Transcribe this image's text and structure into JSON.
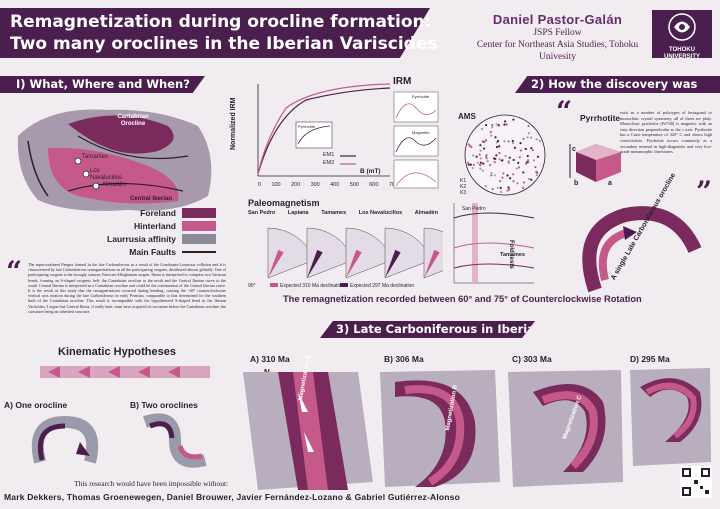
{
  "title": {
    "line1": "Remagnetization during orocline formation:",
    "line2": "Two many oroclines in the Iberian Variscides"
  },
  "author": {
    "name": "Daniel Pastor-Galán",
    "role": "JSPS Fellow",
    "affiliation": "Center for Northeast Asia Studies, Tohoku Univesity"
  },
  "logo": {
    "line1": "TOHOKU",
    "line2": "UNIVERSITY"
  },
  "sections": {
    "s1": "I) What, Where and When?",
    "s2": "2) How the discovery was",
    "s3": "3) Late Carboniferous in Iberia"
  },
  "map_labels": [
    "Cantabrian Orocline",
    "Tamames",
    "Los Navalucillos",
    "Almadén",
    "Central Iberian"
  ],
  "legend": [
    {
      "label": "Foreland",
      "color": "#7b2a5e"
    },
    {
      "label": "Hinterland",
      "color": "#c55a8a"
    },
    {
      "label": "Laurrusia affinity",
      "color": "#8a8a9a"
    },
    {
      "label": "Main Faults",
      "color": "#2a1e2c"
    }
  ],
  "intro_paragraph": "The supercontinent Pangea formed in the late Carboniferous as a result of the Gondwana-Laurussia collision and it is characterized by late Carboniferous remagnetizations in all the participating orogens, distributed almost globally. One of participating orogens is the strongly sinuous Variscan-Alleghanian orogen. Iberia is interpreted to comprise two Variscan bends, forming an S-shaped orogenic belt: the Cantabrian orocline to the north and the Central Iberian curve to the south. Central Iberian is interpreted as a Cantabrian orocline and could be the continuation of the Central Iberian curve. It is the result of this study that the remagnetization occurred during bending, causing the ~60° counterclockwise vertical axis rotation during the late Carboniferous in early Permian, comparable to that determined for the southern limb of the Cantabrian orocline. This result is incompatible with the hypothesized S-shaped bend in the Iberian Variscides. I argue that Central Iberia, if really bent, must have acquired its curvature before the Cantabrian orocline, the curvature being an inherited structure.",
  "kinematic": {
    "title": "Kinematic Hypotheses",
    "a": "A) One orocline",
    "b": "B) Two oroclines"
  },
  "acknowledgement": "This research would have been impossible without:",
  "collaborators": "Mark Dekkers, Thomas Groenewegen, Daniel Brouwer, Javier Fernández-Lozano & Gabriel Gutiérrez-Alonso",
  "irm_chart": {
    "ylabel": "Normalized IRM",
    "xlabel": "B (mT)",
    "x_ticks": [
      "0",
      "100",
      "200",
      "300",
      "400",
      "500",
      "600",
      "700"
    ],
    "series": [
      {
        "name": "EM1"
      },
      {
        "name": "EM2"
      }
    ],
    "inset_label": "Pyrrhotite",
    "side_title": "IRM",
    "side_labels": [
      "Pyrrhotite",
      "Magnetite"
    ]
  },
  "ams": {
    "title": "AMS",
    "legend": [
      "K1",
      "K2",
      "K3"
    ]
  },
  "pyrrhotite": {
    "title": "Pyrrhotite",
    "text": "exist as a number of polytypes of hexagonal or monoclinic crystal symmetry, all of them are platy. Monoclinic pyrrhotite (Fe7S8) is magnetic with an easy direction perpendicular to the c axis. Pyrrhotite has a Curie temperature of 320° C and shows high coercitivities. Pyrrhotite occurs commonly as a secondary mineral in high-diagenetic and very low-grade metamorphic limestones.",
    "axes": [
      "c",
      "a",
      "b"
    ]
  },
  "paleomag": {
    "title": "Paleomagnetism",
    "sites": [
      "San Pedro",
      "Lapiana",
      "Tamames",
      "Los Navalucillos",
      "Almadén"
    ],
    "legend1": "Expected 310 Ma declination",
    "legend2": "Expected 297 Ma declination",
    "tick": "90°"
  },
  "fold_test": {
    "label1": "Fold-tests",
    "label2": "Tamames",
    "label3": "San Pedro"
  },
  "remag_statement": "The remagnetization recorded between 60° and 75° of Counterclockwise Rotation",
  "rotation_label": "A single Late Carboniferous orocline",
  "stages": [
    {
      "label": "A) 310 Ma",
      "mag": "Magnetization A"
    },
    {
      "label": "B) 306 Ma",
      "mag": "Magnetization B"
    },
    {
      "label": "C) 303 Ma",
      "mag": "Magnetization C"
    },
    {
      "label": "D) 295 Ma",
      "mag": ""
    }
  ],
  "north": "N",
  "colors": {
    "primary": "#4a1f4e",
    "accent": "#c55a8a",
    "foreland": "#7b2a5e",
    "background": "#f1ecef"
  }
}
